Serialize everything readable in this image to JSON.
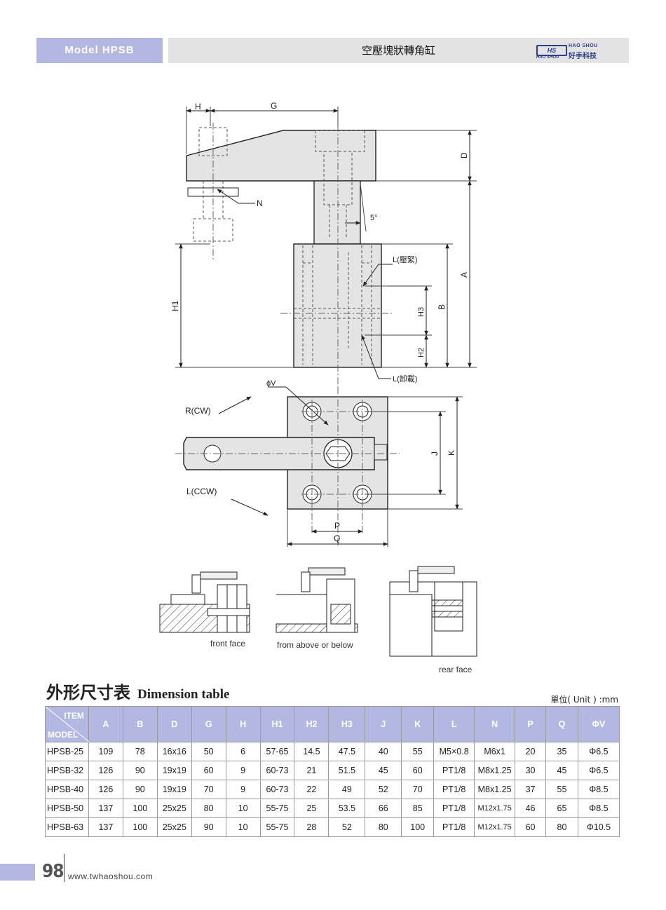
{
  "header": {
    "model_label": "Model HPSB",
    "title": "空壓塊狀轉角缸",
    "logo_mark": "HS",
    "logo_en": "HAO SHOU",
    "logo_cn": "好手科技",
    "logo_sub": "HAO SHOU"
  },
  "drawing": {
    "labels": {
      "H": "H",
      "G": "G",
      "D": "D",
      "N": "N",
      "angle": "5°",
      "L_clamp": "L(壓緊)",
      "L_release": "L(卸載)",
      "A": "A",
      "B": "B",
      "H1": "H1",
      "H2": "H2",
      "H3": "H3",
      "phiV": "ϕV",
      "R_cw": "R(CW)",
      "L_ccw": "L(CCW)",
      "J": "J",
      "K": "K",
      "P": "P",
      "Q": "Q"
    },
    "views": {
      "front": "front face",
      "above": "from above or below",
      "rear": "rear face"
    }
  },
  "section": {
    "title_cn": "外形尺寸表",
    "title_en": "Dimension table",
    "unit_note": "單位( Unit ) :mm"
  },
  "table": {
    "corner_item": "ITEM",
    "corner_model": "MODEL",
    "columns": [
      "A",
      "B",
      "D",
      "G",
      "H",
      "H1",
      "H2",
      "H3",
      "J",
      "K",
      "L",
      "N",
      "P",
      "Q",
      "ΦV"
    ],
    "rows": [
      {
        "model": "HPSB-25",
        "cells": [
          "109",
          "78",
          "16x16",
          "50",
          "6",
          "57-65",
          "14.5",
          "47.5",
          "40",
          "55",
          "M5×0.8",
          "M6x1",
          "20",
          "35",
          "Φ6.5"
        ]
      },
      {
        "model": "HPSB-32",
        "cells": [
          "126",
          "90",
          "19x19",
          "60",
          "9",
          "60-73",
          "21",
          "51.5",
          "45",
          "60",
          "PT1/8",
          "M8x1.25",
          "30",
          "45",
          "Φ6.5"
        ]
      },
      {
        "model": "HPSB-40",
        "cells": [
          "126",
          "90",
          "19x19",
          "70",
          "9",
          "60-73",
          "22",
          "49",
          "52",
          "70",
          "PT1/8",
          "M8x1.25",
          "37",
          "55",
          "Φ8.5"
        ]
      },
      {
        "model": "HPSB-50",
        "cells": [
          "137",
          "100",
          "25x25",
          "80",
          "10",
          "55-75",
          "25",
          "53.5",
          "66",
          "85",
          "PT1/8",
          "M12x1.75",
          "46",
          "65",
          "Φ8.5"
        ]
      },
      {
        "model": "HPSB-63",
        "cells": [
          "137",
          "100",
          "25x25",
          "90",
          "10",
          "55-75",
          "28",
          "52",
          "80",
          "100",
          "PT1/8",
          "M12x1.75",
          "60",
          "80",
          "Φ10.5"
        ]
      }
    ]
  },
  "footer": {
    "page_number": "98",
    "website": "www.twhaoshou.com"
  }
}
